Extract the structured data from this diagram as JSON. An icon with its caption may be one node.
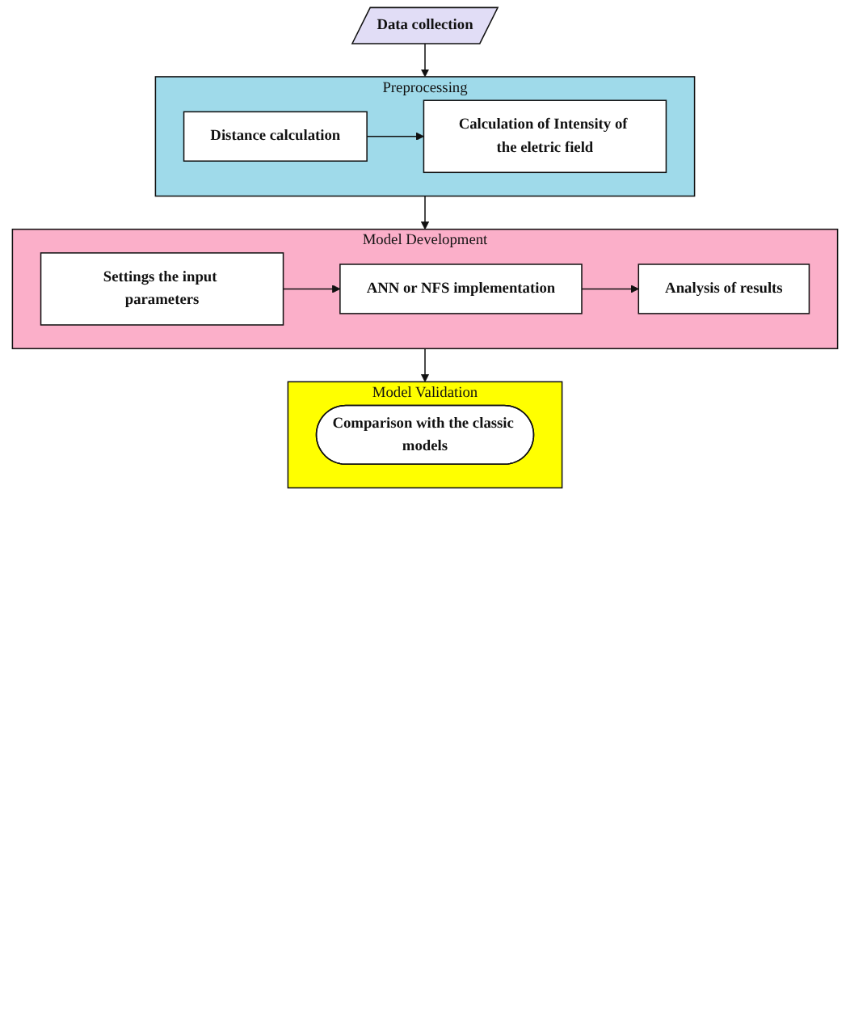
{
  "diagram": {
    "nodes": [
      {
        "text": [
          "Data collection"
        ]
      },
      {
        "text": [
          "Preprocessing"
        ]
      },
      {
        "text": [
          "Distance calculation"
        ],
        "in": 1
      },
      {
        "text": [
          "Calculation of Intensity of the eletric field"
        ],
        "in": 1
      },
      {
        "text": [
          "Model Development"
        ]
      },
      {
        "text": [
          "Settings the input parameters"
        ],
        "in": 4
      },
      {
        "text": [
          "ANN or NFS implementation"
        ],
        "in": 4
      },
      {
        "text": [
          "Analysis of results"
        ],
        "in": 4
      },
      {
        "text": [
          "Model Validation"
        ]
      },
      {
        "text": [
          "Comparison with the classic models"
        ],
        "in": 8
      }
    ],
    "edges": [
      {
        "from": 0,
        "to": 1,
        "arrow": "to"
      },
      {
        "from": 2,
        "to": 3,
        "arrow": "to"
      },
      {
        "from": 1,
        "to": 4,
        "arrow": "to"
      },
      {
        "from": 5,
        "to": 6,
        "arrow": "to"
      },
      {
        "from": 6,
        "to": 7,
        "arrow": "to"
      },
      {
        "from": 4,
        "to": 8,
        "arrow": "to"
      }
    ]
  }
}
